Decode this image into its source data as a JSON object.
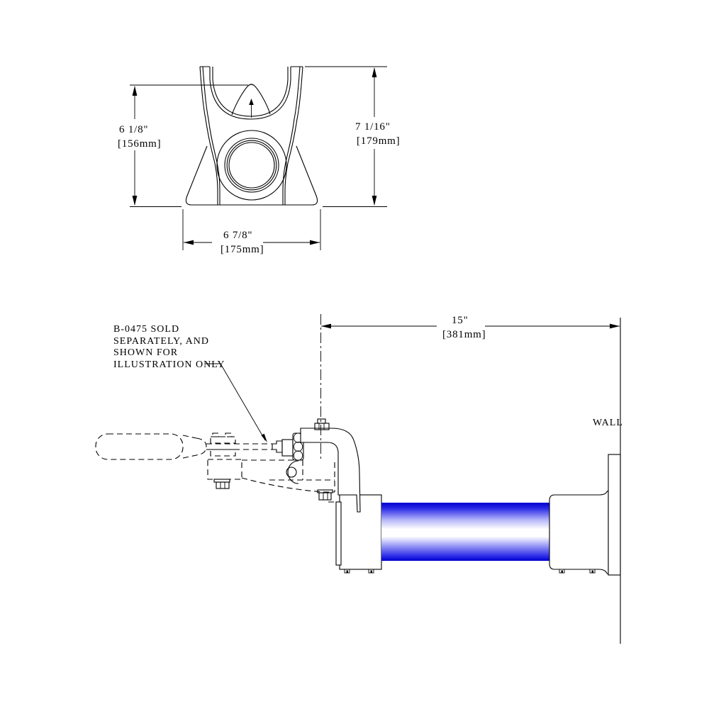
{
  "front_view": {
    "dim_left": {
      "inches": "6 1/8\"",
      "mm": "[156mm]"
    },
    "dim_right": {
      "inches": "7 1/16\"",
      "mm": "[179mm]"
    },
    "dim_bottom": {
      "inches": "6 7/8\"",
      "mm": "[175mm]"
    }
  },
  "side_view": {
    "dim_wall": {
      "inches": "15\"",
      "mm": "[381mm]"
    },
    "wall_label": "WALL",
    "note_lines": [
      "B-0475 SOLD",
      "SEPARATELY, AND",
      "SHOWN FOR",
      "ILLUSTRATION ONLY"
    ]
  },
  "colors": {
    "line": "#000000",
    "pipe_blue": "#0000d6",
    "pipe_highlight": "#ffffff"
  }
}
